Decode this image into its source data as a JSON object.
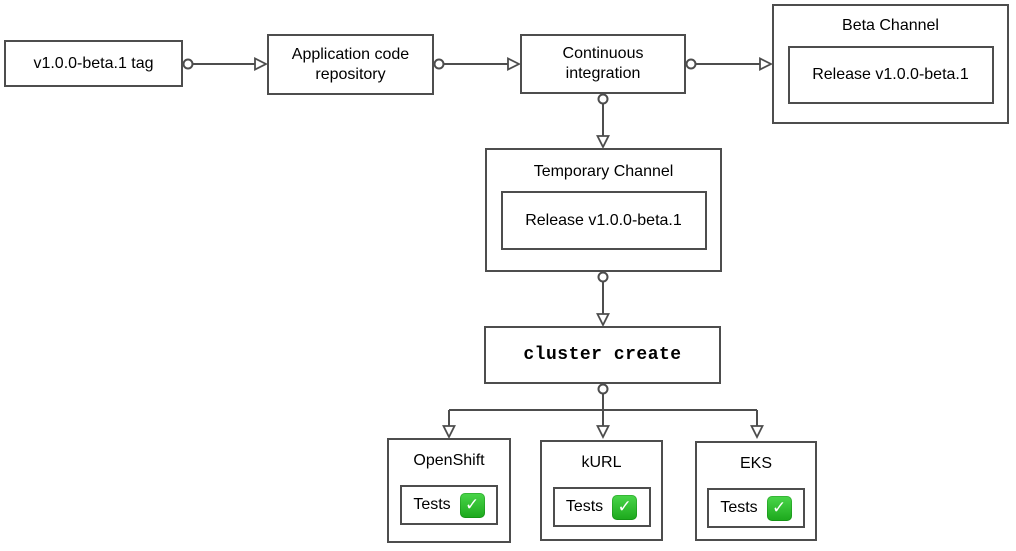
{
  "diagram": {
    "colors": {
      "stroke": "#4d4d4d",
      "text": "#000000",
      "background": "#ffffff",
      "check_top": "#4ad64a",
      "check_bottom": "#1ca81c"
    },
    "icons": {
      "check": {
        "name": "check-mark-button-icon",
        "glyph": "✓"
      }
    },
    "nodes": {
      "tag": {
        "label": "v1.0.0-beta.1 tag"
      },
      "app_repo": {
        "label": "Application code repository"
      },
      "ci": {
        "label": "Continuous integration"
      },
      "beta_channel": {
        "title": "Beta Channel",
        "release": "Release v1.0.0-beta.1"
      },
      "temporary_channel": {
        "title": "Temporary Channel",
        "release": "Release v1.0.0-beta.1"
      },
      "cluster_create": {
        "label": "cluster create"
      },
      "openshift": {
        "title": "OpenShift",
        "tests_label": "Tests"
      },
      "kurl": {
        "title": "kURL",
        "tests_label": "Tests"
      },
      "eks": {
        "title": "EKS",
        "tests_label": "Tests"
      }
    }
  }
}
